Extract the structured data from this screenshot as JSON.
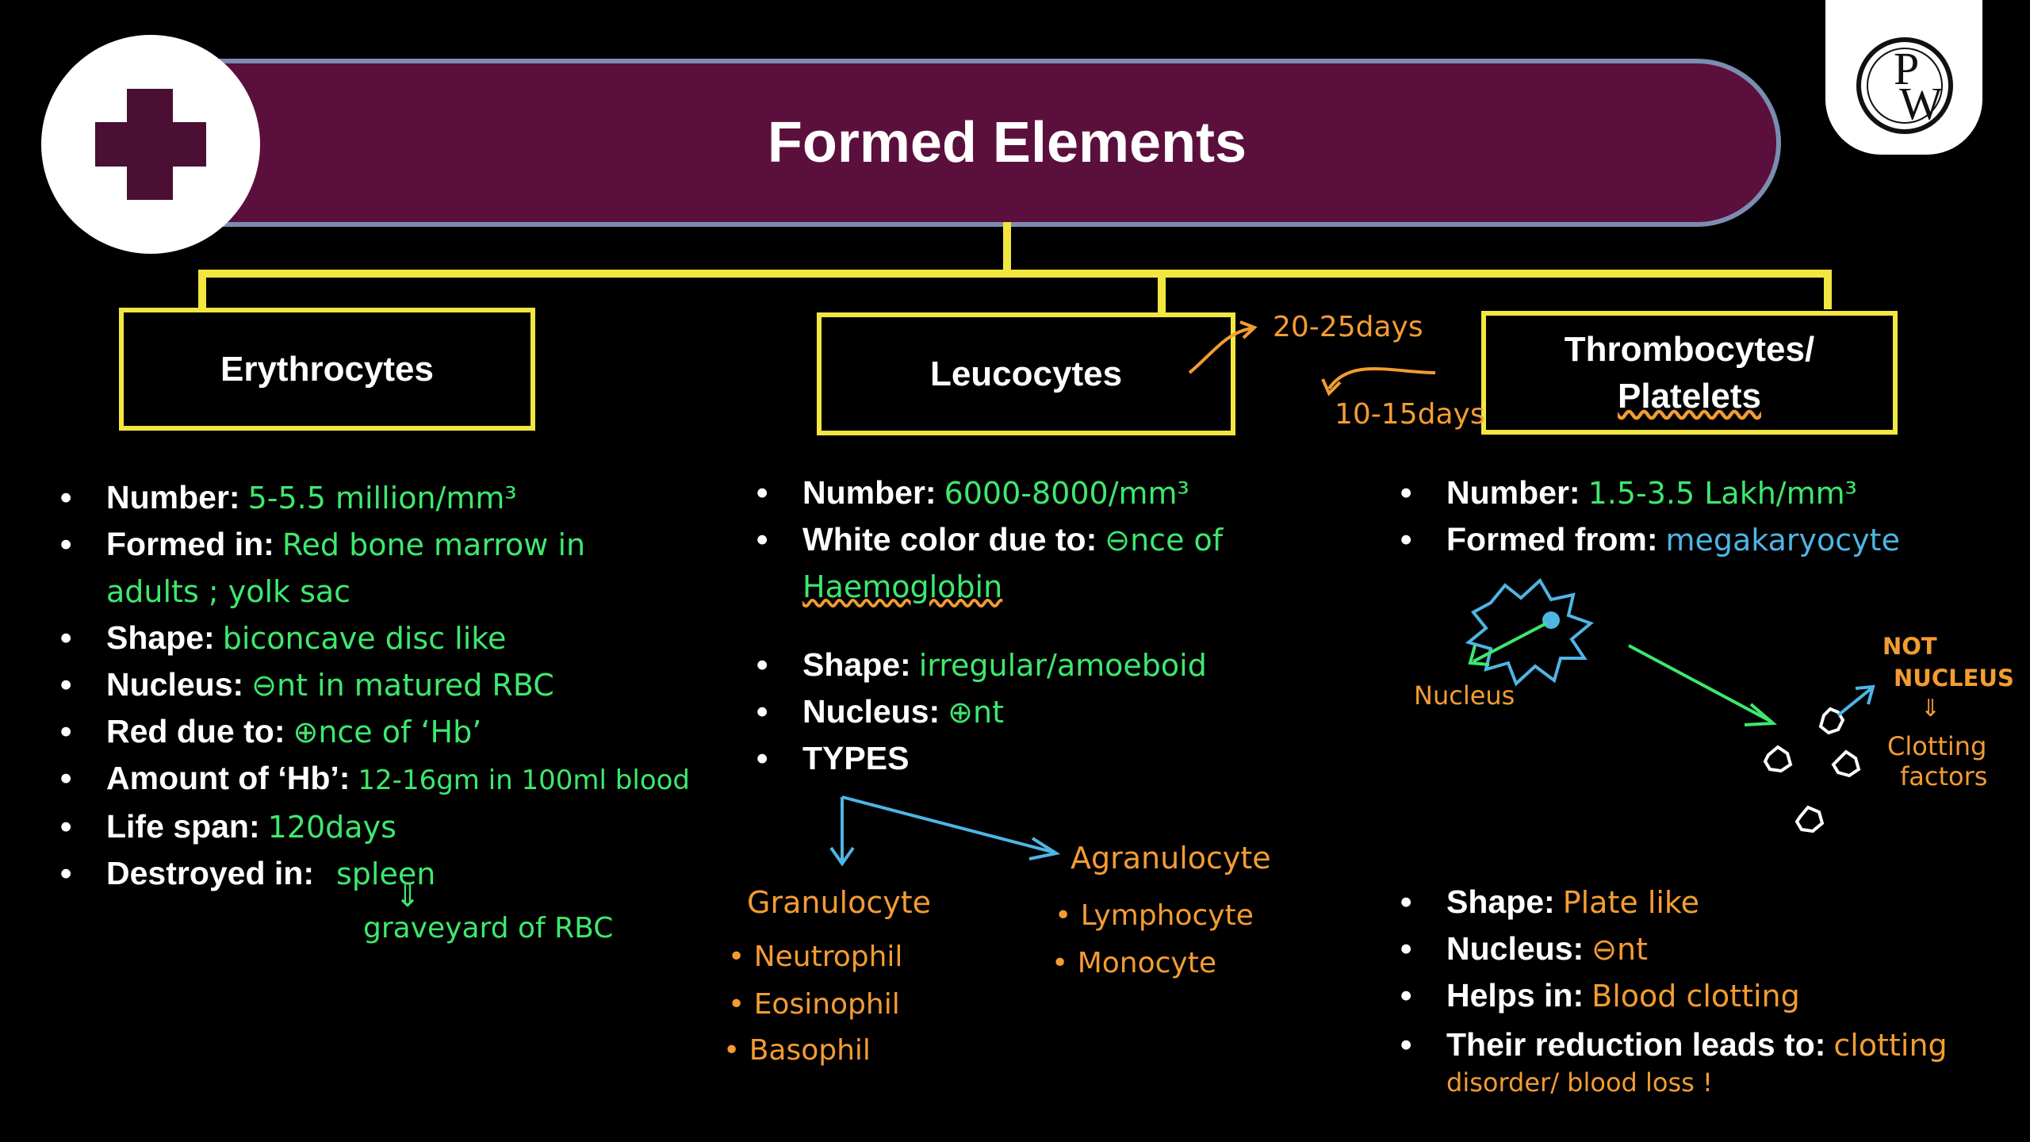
{
  "header": {
    "title": "Formed Elements",
    "logo_letters": [
      "P",
      "W"
    ],
    "brand_color": "#5b0f3c",
    "connector_color": "#f2e640"
  },
  "erythrocytes": {
    "title": "Erythrocytes",
    "facts": [
      {
        "label": "Number:",
        "value": "5-5.5 million/mm³"
      },
      {
        "label": "Formed in:",
        "value": "Red bone marrow in",
        "value2": "adults ; yolk sac"
      },
      {
        "label": "Shape:",
        "value": "biconcave disc like"
      },
      {
        "label": "Nucleus:",
        "value": "⊖nt in matured RBC"
      },
      {
        "label": "Red due to:",
        "value": "⊕nce of ‘Hb’"
      },
      {
        "label": "Amount of ‘Hb’:",
        "value": "12-16gm in 100ml blood"
      },
      {
        "label": "Life span:",
        "value": "120days"
      },
      {
        "label": "Destroyed in:",
        "value": "spleen"
      }
    ],
    "arrow_symbol": "⇓",
    "destroyed_note": "graveyard of RBC"
  },
  "leucocytes": {
    "title": "Leucocytes",
    "lifespan_note": "20-25days",
    "facts": [
      {
        "label": "Number:",
        "value": "6000-8000/mm³"
      },
      {
        "label": "White color due to:",
        "value": "⊖nce of",
        "value2": "Haemoglobin"
      },
      {
        "label": "Shape:",
        "value": "irregular/amoeboid"
      },
      {
        "label": "Nucleus:",
        "value": "⊕nt"
      },
      {
        "label": "TYPES",
        "value": ""
      }
    ],
    "granulocyte": {
      "title": "Granulocyte",
      "items": [
        "Neutrophil",
        "Eosinophil",
        "Basophil"
      ]
    },
    "agranulocyte": {
      "title": "Agranulocyte",
      "items": [
        "Lymphocyte",
        "Monocyte"
      ]
    }
  },
  "thrombocytes": {
    "title_line1": "Thrombocytes/",
    "title_line2": "Platelets",
    "lifespan_note": "10-15days",
    "facts_top": [
      {
        "label": "Number:",
        "value": "1.5-3.5 Lakh/mm³"
      },
      {
        "label": "Formed from:",
        "value": "megakaryocyte"
      }
    ],
    "nucleus_label": "Nucleus",
    "not_nucleus_line1": "NOT",
    "not_nucleus_line2": "NUCLEUS",
    "arrow_symbol": "⇓",
    "clotting_line1": "Clotting",
    "clotting_line2": "factors",
    "facts_bottom": [
      {
        "label": "Shape:",
        "value": "Plate like"
      },
      {
        "label": "Nucleus:",
        "value": "⊖nt"
      },
      {
        "label": "Helps in:",
        "value": "Blood clotting"
      },
      {
        "label": "Their reduction leads to:",
        "value": "clotting",
        "value2": "disorder/ blood loss !"
      }
    ]
  }
}
